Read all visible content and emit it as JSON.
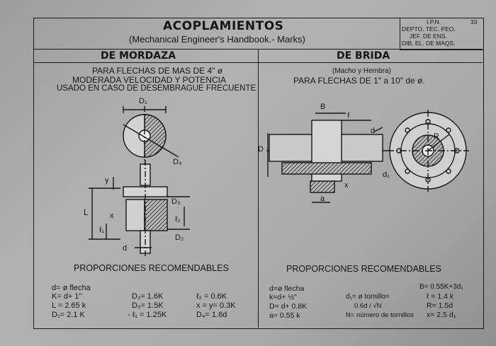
{
  "title": "ACOPLAMIENTOS",
  "subtitle": "(Mechanical Engineer's Handbook.- Marks)",
  "title_block": {
    "school": "I.P.N.",
    "sheet_no": "33",
    "dept": "DEPTO. TEC. PEO.",
    "chief": "JEF. DE ENS.",
    "drafting": "DIB. EL. DE MAQS."
  },
  "left": {
    "heading": "DE MORDAZA",
    "desc": [
      "PARA   FLECHAS DE MAS DE 4\" ø",
      "MODERADA  VELOCIDAD  Y  POTENCIA",
      "USADO EN CASO DE DESEMBRAGUE FRECUENTE"
    ],
    "dims": {
      "D1": "D₁",
      "D4": "D₄",
      "D2": "D₂",
      "D3": "D₃",
      "L": "L",
      "y": "y",
      "x": "x",
      "l1": "ℓ₁",
      "l2": "ℓ₂",
      "d": "d"
    },
    "props_title": "PROPORCIONES  RECOMENDABLES",
    "formulas": [
      [
        "d= ø flecha",
        "",
        ""
      ],
      [
        "K= d+ 1\"",
        "D₂= 1.6K",
        "ℓ₂ = 0.6K"
      ],
      [
        "L = 2.65 k",
        "D₃= 1.5K",
        "x = y= 0.3K"
      ],
      [
        "D₁= 2.1 K",
        "- ℓ₁ = 1.25K",
        "D₄= 1.6d"
      ]
    ]
  },
  "right": {
    "heading": "DE BRIDA",
    "sub": "(Macho  y  Hembra)",
    "desc": "PARA FLECHAS DE  1\" a  10\"  de  ø.",
    "dims": {
      "B": "B",
      "l": "ℓ",
      "d": "d",
      "D": "D",
      "R": "R",
      "a": "a",
      "x": "x",
      "d1": "d₁"
    },
    "props_title": "PROPORCIONES   RECOMENDABLES",
    "formulas": [
      [
        "d=ø flecha",
        "",
        "B= 0.55K+3d₁"
      ],
      [
        "k=d+ ½\"",
        "d₁= ø tornillo=",
        "ℓ = 1.4 k"
      ],
      [
        "D= d+ 0.8K",
        "0.6d / √N",
        "R= 1.5d"
      ],
      [
        "a= 0.55 k",
        "N= número de tornillos",
        "x= 2.5 d₁"
      ]
    ]
  }
}
